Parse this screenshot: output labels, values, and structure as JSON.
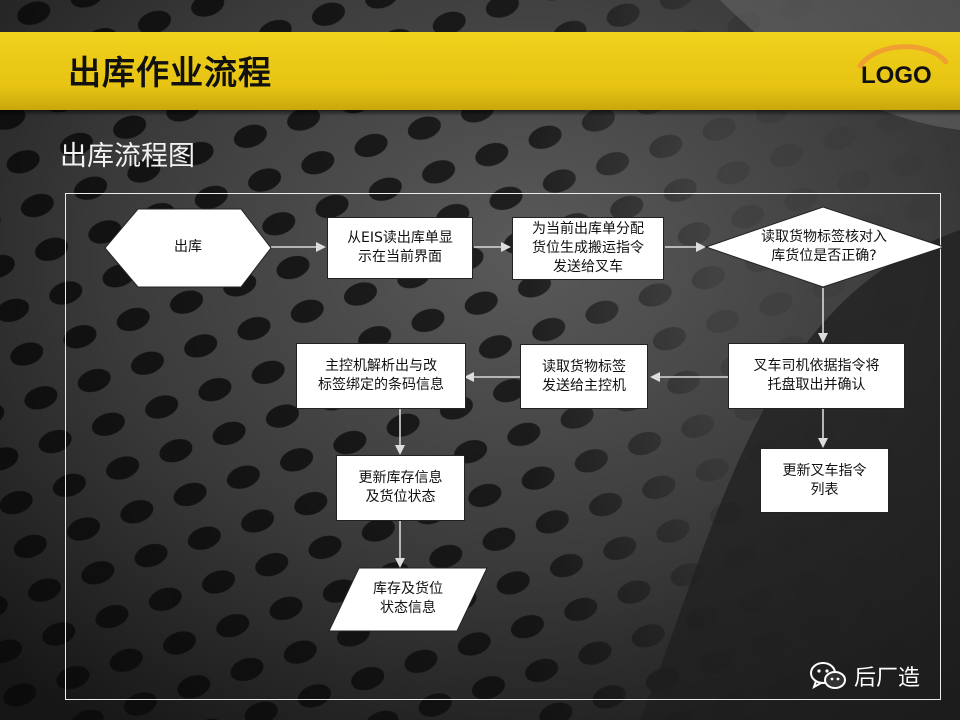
{
  "slide": {
    "title": "出库作业流程",
    "subtitle": "出库流程图",
    "logo_text": "LOGO",
    "watermark_text": "后厂造",
    "colors": {
      "header_band": "#e8c514",
      "logo_arc": "#f0a030",
      "shapes_fill": "#ffffff"
    }
  },
  "flowchart": {
    "nodes": {
      "start": "出库",
      "read_eis": "从EIS读出库单显\n示在当前界面",
      "allocate": "为当前出库单分配\n货位生成搬运指令\n发送给叉车",
      "check": "读取货物标签核对入\n库货位是否正确?",
      "forklift": "叉车司机依据指令将\n托盘取出并确认",
      "update_cmd": "更新叉车指令\n列表",
      "read_tag": "读取货物标签\n发送给主控机",
      "parse": "主控机解析出与改\n标签绑定的条码信息",
      "update_stock": "更新库存信息\n及货位状态",
      "output": "库存及货位\n状态信息"
    }
  }
}
